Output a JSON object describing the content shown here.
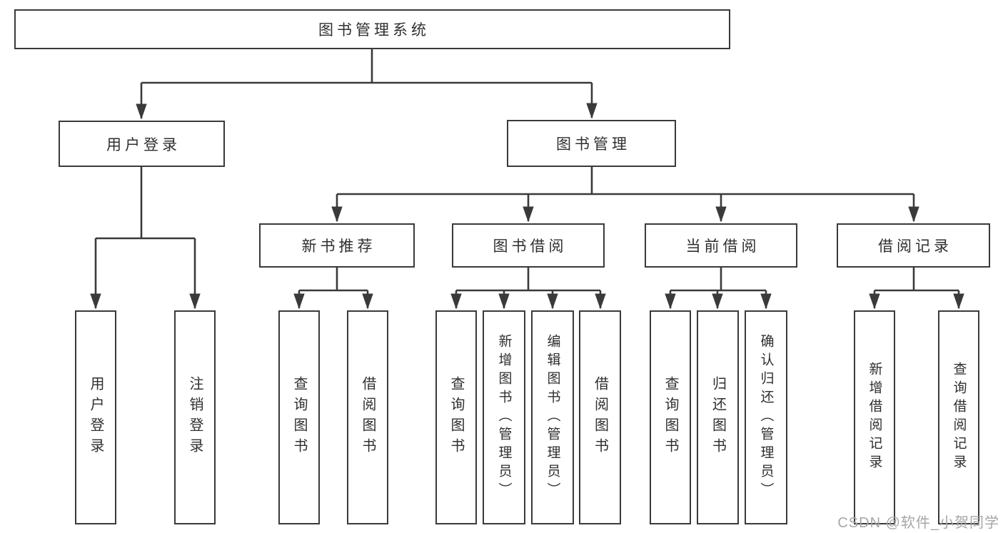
{
  "tree": {
    "label": "图书管理系统",
    "children": [
      {
        "label": "用户登录",
        "children": [
          {
            "label": "用户登录"
          },
          {
            "label": "注销登录"
          }
        ]
      },
      {
        "label": "图书管理",
        "children": [
          {
            "label": "新书推荐",
            "children": [
              {
                "label": "查询图书"
              },
              {
                "label": "借阅图书"
              }
            ]
          },
          {
            "label": "图书借阅",
            "children": [
              {
                "label": "查询图书"
              },
              {
                "label": "新增图书（管理员）"
              },
              {
                "label": "编辑图书（管理员）"
              },
              {
                "label": "借阅图书"
              }
            ]
          },
          {
            "label": "当前借阅",
            "children": [
              {
                "label": "查询图书"
              },
              {
                "label": "归还图书"
              },
              {
                "label": "确认归还（管理员）"
              }
            ]
          },
          {
            "label": "借阅记录",
            "children": [
              {
                "label": "新增借阅记录"
              },
              {
                "label": "查询借阅记录"
              }
            ]
          }
        ]
      }
    ]
  },
  "watermark": {
    "text": "CSDN @软件_小贺同学"
  },
  "colors": {
    "line": "#3a3a3a",
    "text": "#2f2f2f",
    "watermark": "#a6a6a6",
    "background": "#ffffff"
  }
}
